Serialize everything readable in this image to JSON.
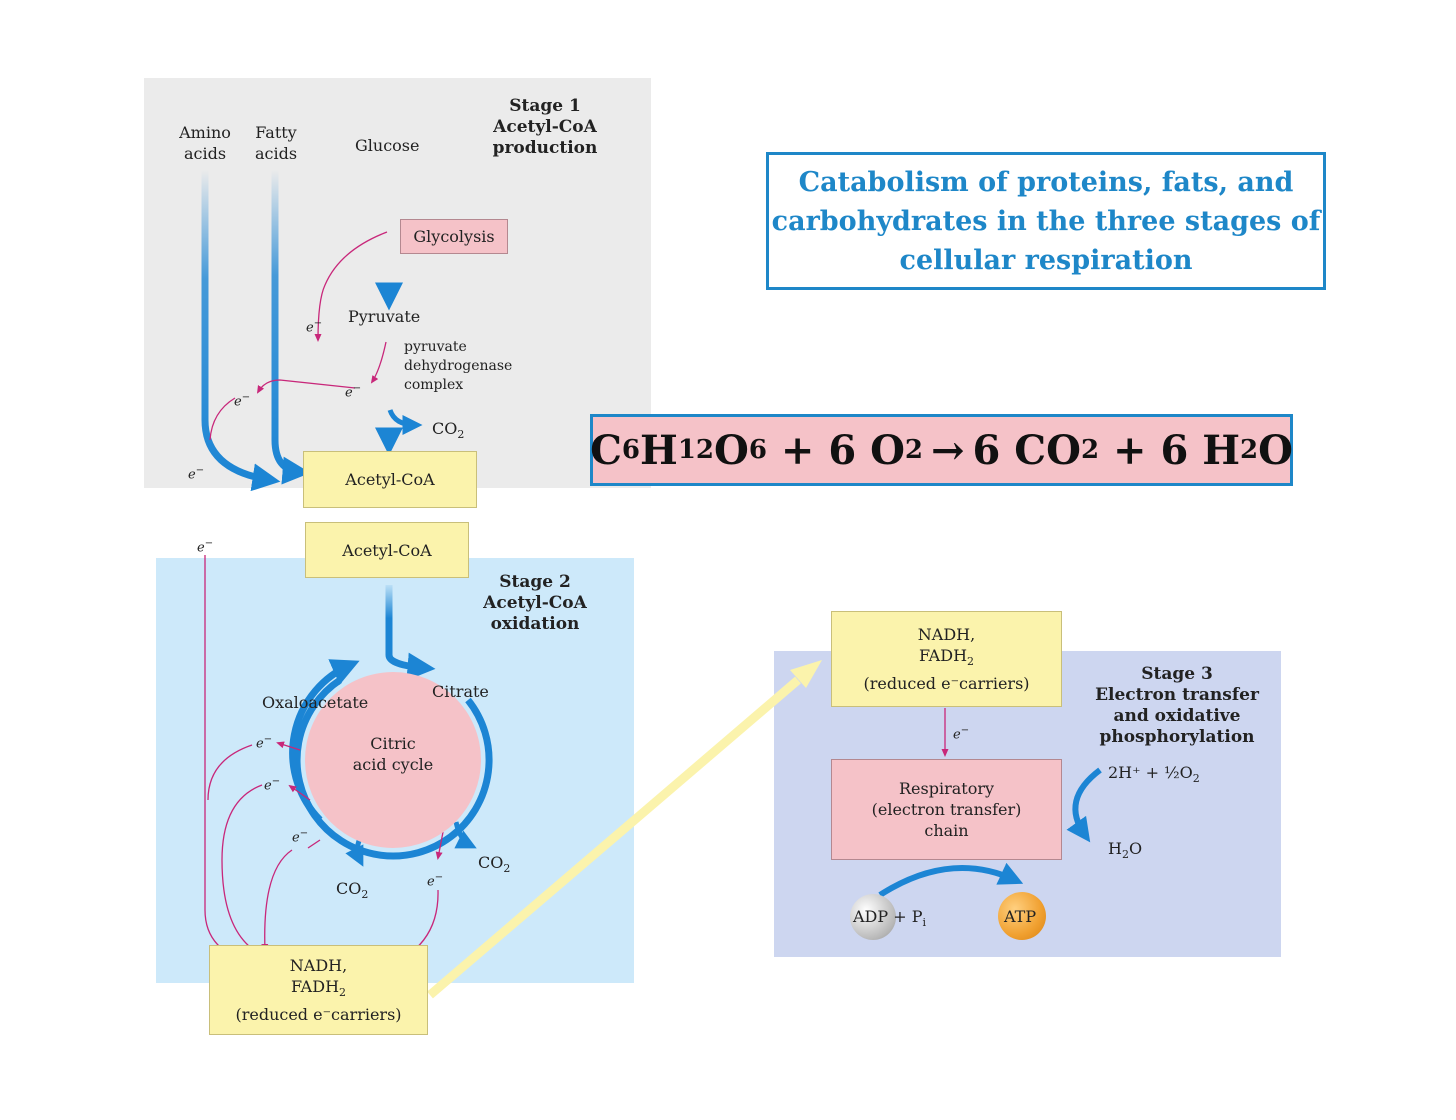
{
  "title": {
    "line1": "Catabolism of proteins, fats, and",
    "line2": "carbohydrates in the three stages of",
    "line3": "cellular respiration"
  },
  "equation": {
    "glucose": [
      "C",
      "6",
      "H",
      "12",
      "O",
      "6"
    ],
    "plus1": "+ 6 O",
    "o2_sub": "2",
    "arrow": "→",
    "co2": "6 CO",
    "co2_sub": "2",
    "plus2": "+ 6 H",
    "h2o_sub": "2",
    "h2o_end": "O"
  },
  "stage1": {
    "label": [
      "Stage 1",
      "Acetyl-CoA",
      "production"
    ],
    "amino": [
      "Amino",
      "acids"
    ],
    "fatty": [
      "Fatty",
      "acids"
    ],
    "glucose": "Glucose",
    "glycolysis": "Glycolysis",
    "pyruvate": "Pyruvate",
    "pdh": [
      "pyruvate",
      "dehydrogenase",
      "complex"
    ],
    "co2": "CO",
    "co2_sub": "2",
    "acetyl_coa": "Acetyl-CoA"
  },
  "stage2": {
    "acetyl_coa": "Acetyl-CoA",
    "label": [
      "Stage 2",
      "Acetyl-CoA",
      "oxidation"
    ],
    "oxaloacetate": "Oxaloacetate",
    "citrate": "Citrate",
    "cycle": [
      "Citric",
      "acid cycle"
    ],
    "co2": "CO",
    "co2_sub": "2",
    "nadh": "NADH,",
    "fadh": "FADH",
    "fadh_sub": "2",
    "carriers": "(reduced e⁻carriers)"
  },
  "stage3": {
    "label": [
      "Stage 3",
      "Electron transfer",
      "and oxidative",
      "phosphorylation"
    ],
    "nadh": "NADH,",
    "fadh": "FADH",
    "fadh_sub": "2",
    "carriers": "(reduced e⁻carriers)",
    "chain": [
      "Respiratory",
      "(electron transfer)",
      "chain"
    ],
    "h_plus": "2H⁺ + ½O",
    "o2_sub": "2",
    "h2o": "H",
    "h2o_sub": "2",
    "h2o_end": "O",
    "adp": "ADP + P",
    "pi_sub": "i",
    "atp": "ATP"
  },
  "electron": "e",
  "electron_sup": "−",
  "colors": {
    "stage1_bg": "#ebebeb",
    "stage2_bg": "#cde9fa",
    "stage3_bg": "#cdd6f0",
    "flow_arrow": "#1c85d4",
    "electron_arrow": "#c8277a",
    "title_blue": "#1e87c8",
    "yellow_box": "#fbf3ac",
    "pink_box": "#f5c2c8",
    "atp_orange": "#f0a030"
  }
}
